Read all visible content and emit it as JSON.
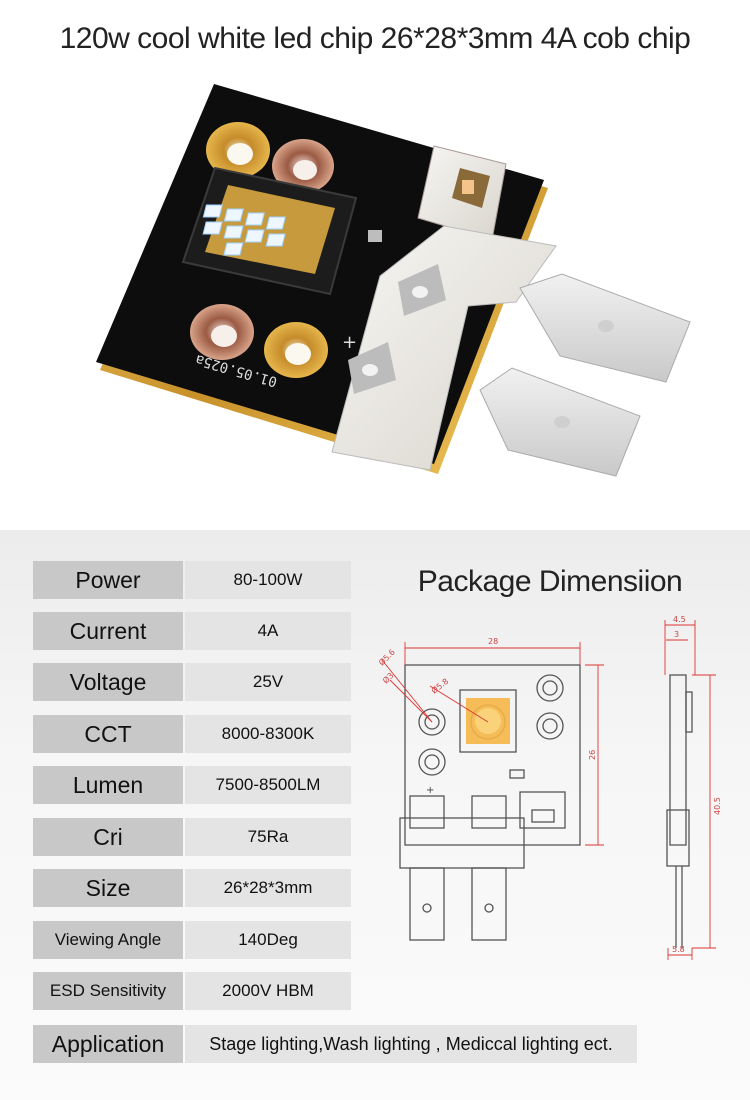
{
  "title": "120w cool white led chip 26*28*3mm 4A cob chip",
  "product_image": {
    "pcb_marking": "01.05.025a",
    "polarity_plus": "+"
  },
  "specs": [
    {
      "label": "Power",
      "value": "80-100W"
    },
    {
      "label": "Current",
      "value": "4A"
    },
    {
      "label": "Voltage",
      "value": "25V"
    },
    {
      "label": "CCT",
      "value": "8000-8300K"
    },
    {
      "label": "Lumen",
      "value": "7500-8500LM"
    },
    {
      "label": "Cri",
      "value": "75Ra"
    },
    {
      "label": "Size",
      "value": "26*28*3mm"
    },
    {
      "label": "Viewing Angle",
      "value": "140Deg"
    },
    {
      "label": "ESD Sensitivity",
      "value": "2000V HBM"
    },
    {
      "label": "Application",
      "value": "Stage lighting,Wash lighting , Mediccal lighting ect."
    }
  ],
  "package": {
    "title": "Package Dimensiion",
    "dims": {
      "width": "28",
      "height": "26",
      "hole_d1": "Ø5.6",
      "hole_d2": "Ø3",
      "hole_d3": "Ø5.8",
      "side_top": "4.5",
      "side_inner": "3",
      "side_total": "40.5",
      "side_bottom": "5.8"
    }
  },
  "colors": {
    "pcb": "#0d0d0d",
    "gold": "#d9a535",
    "led": "#eef6ff",
    "connector": "#e9e6e0",
    "dim_line": "#d33"
  }
}
